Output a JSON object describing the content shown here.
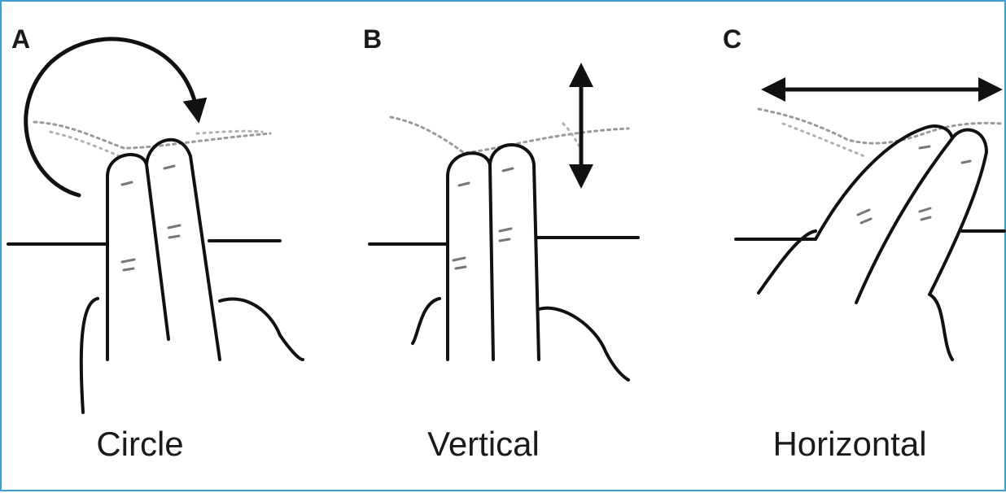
{
  "frame": {
    "border_color": "#3aa0dc"
  },
  "panels": [
    {
      "letter": "A",
      "caption": "Circle",
      "motion": "circular arrow"
    },
    {
      "letter": "B",
      "caption": "Vertical",
      "motion": "vertical double arrow"
    },
    {
      "letter": "C",
      "caption": "Horizontal",
      "motion": "horizontal double arrow"
    }
  ]
}
